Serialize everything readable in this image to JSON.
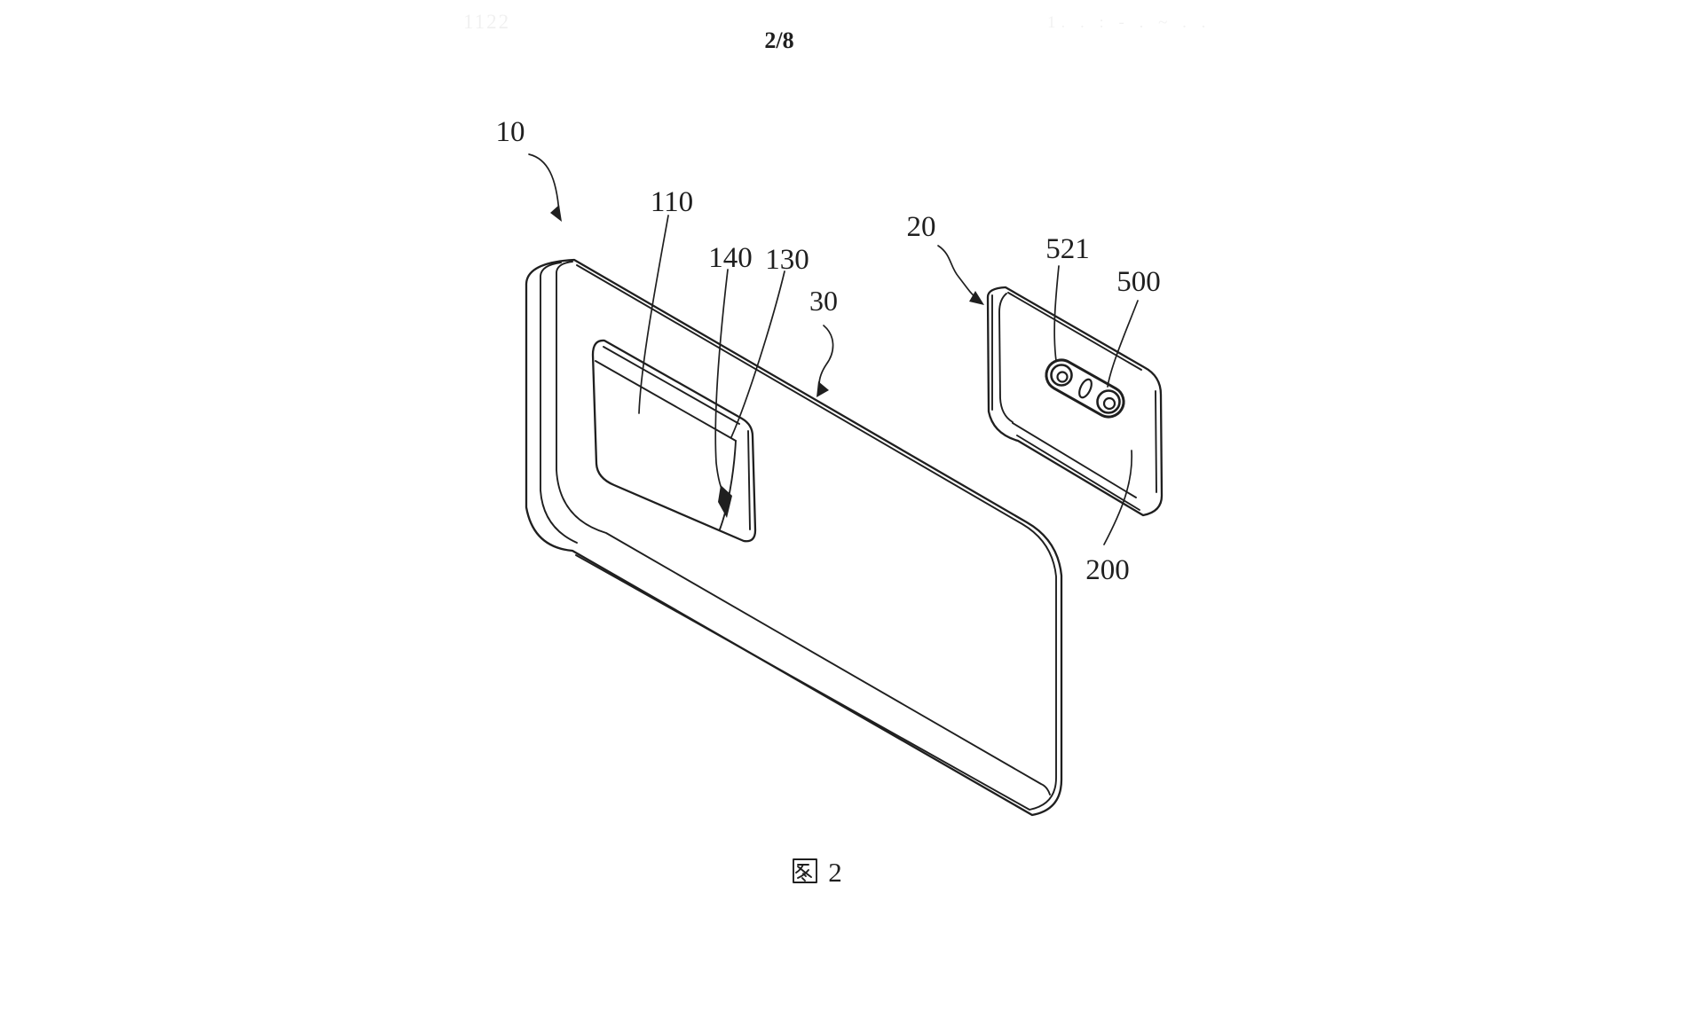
{
  "page": {
    "background": "#ffffff",
    "ink_color": "#1f1f1f",
    "page_number": "2/8",
    "faint_artifacts": {
      "top_left": "1122",
      "top_right": "1. . : - . ~ . ."
    }
  },
  "figure": {
    "caption": {
      "hanzi": "图",
      "numeral": "2",
      "full": "图 2"
    },
    "reference_labels": [
      {
        "ref": "10"
      },
      {
        "ref": "110"
      },
      {
        "ref": "140"
      },
      {
        "ref": "130"
      },
      {
        "ref": "30"
      },
      {
        "ref": "20"
      },
      {
        "ref": "521"
      },
      {
        "ref": "500"
      },
      {
        "ref": "200"
      }
    ]
  }
}
